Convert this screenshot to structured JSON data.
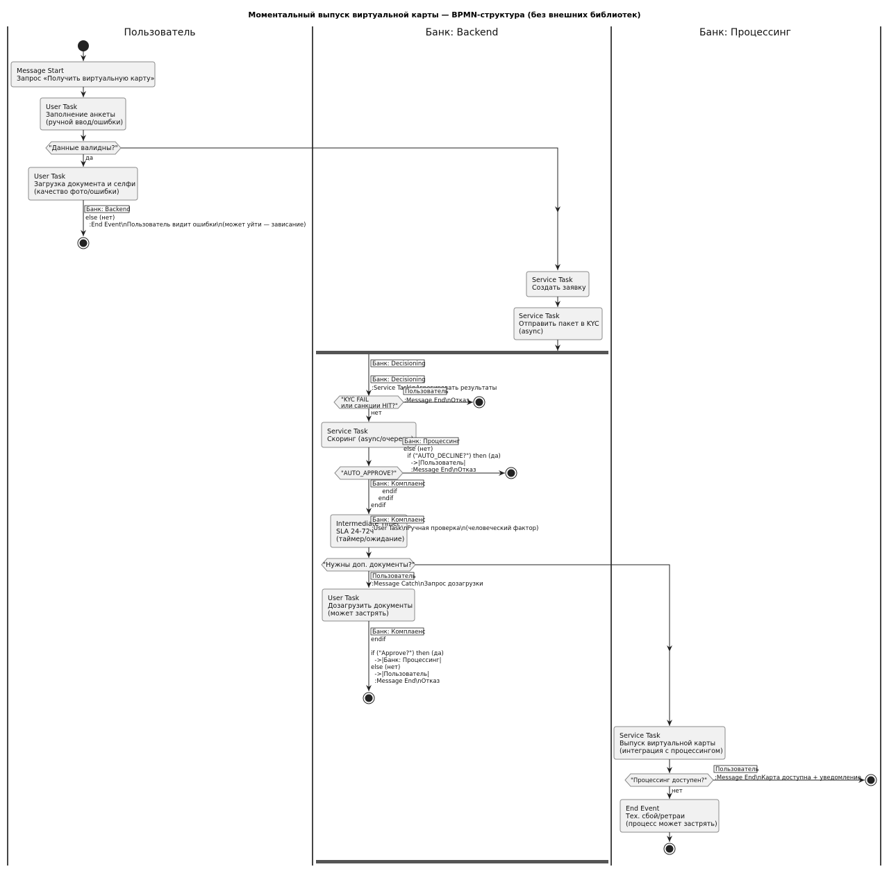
{
  "title": "Моментальный выпуск виртуальной карты — BPMN-структура (без внешних библиотек)",
  "lanes": [
    {
      "id": "user",
      "name": "Пользователь"
    },
    {
      "id": "backend",
      "name": "Банк: Backend"
    },
    {
      "id": "processing",
      "name": "Банк: Процессинг"
    }
  ],
  "tasks": {
    "msg_start": [
      "Message Start",
      "Запрос «Получить виртуальную карту»"
    ],
    "fill_form": [
      "User Task",
      "Заполнение анкеты",
      "(ручной ввод/ошибки)"
    ],
    "upload_docs": [
      "User Task",
      "Загрузка документа и селфи",
      "(качество фото/ошибки)"
    ],
    "create_app": [
      "Service Task",
      "Создать заявку"
    ],
    "send_kyc": [
      "Service Task",
      "Отправить пакет в KYC",
      "(async)"
    ],
    "scoring": [
      "Service Task",
      "Скоринг (async/очередь)"
    ],
    "timer": [
      "Intermediate Timer",
      "SLA 24-72ч",
      "(таймер/ожидание)"
    ],
    "reupload": [
      "User Task",
      "Дозагрузить документы",
      "(может застрять)"
    ],
    "issue_card": [
      "Service Task",
      "Выпуск виртуальной карты",
      "(интеграция с процессингом)"
    ],
    "end_fail": [
      "End Event",
      "Тех. сбой/ретраи",
      "(процесс может застрять)"
    ]
  },
  "decisions": {
    "valid": "\"Данные валидны?\"",
    "kyc_fail": [
      "\"KYC FAIL",
      "или санкции HIT?\""
    ],
    "auto_approve": "\"AUTO_APPROVE?\"",
    "need_docs": "\"Нужны доп. документы?\"",
    "proc_avail": "\"Процессинг доступен?\""
  },
  "edge_labels": {
    "yes": "да",
    "no": "нет"
  },
  "notes": {
    "user_else": {
      "boxed": "Банк: Backend",
      "lines": [
        "else (нет)",
        "  :End Event\\nПользователь видит ошибки\\n(может уйти — зависание)"
      ]
    },
    "decisioning1": "Банк: Decisioning",
    "decisioning2": {
      "boxed": "Банк: Decisioning",
      "lines": [
        ":Service Task\\nАгрегировать результаты"
      ]
    },
    "kyc_reject": {
      "boxed": "Пользователь",
      "lines": [
        ":Message End\\nОтказ"
      ]
    },
    "processing_else": {
      "boxed": "Банк: Процессинг",
      "lines": [
        "else (нет)",
        "  if (\"AUTO_DECLINE?\") then (да)",
        "    ->|Пользователь|",
        "    :Message End\\nОтказ"
      ]
    },
    "compliance1": {
      "boxed": "Банк: Комплаенс",
      "lines": [
        "      endif",
        "    endif",
        "endif"
      ]
    },
    "compliance2": {
      "boxed": "Банк: Комплаенс",
      "lines": [
        ":User Task\\nРучная проверка\\n(человеческий фактор)"
      ]
    },
    "user_catch": {
      "boxed": "Пользователь",
      "lines": [
        ":Message Catch\\nЗапрос дозагрузки"
      ]
    },
    "compliance3": {
      "boxed": "Банк: Комплаенс",
      "lines": [
        "endif",
        "",
        "if (\"Approve?\") then (да)",
        "  ->|Банк: Процессинг|",
        "else (нет)",
        "  ->|Пользователь|",
        "  :Message End\\nОтказ"
      ]
    },
    "card_ready": {
      "boxed": "Пользователь",
      "lines": [
        ":Message End\\nКарта доступна + уведомление"
      ]
    }
  }
}
